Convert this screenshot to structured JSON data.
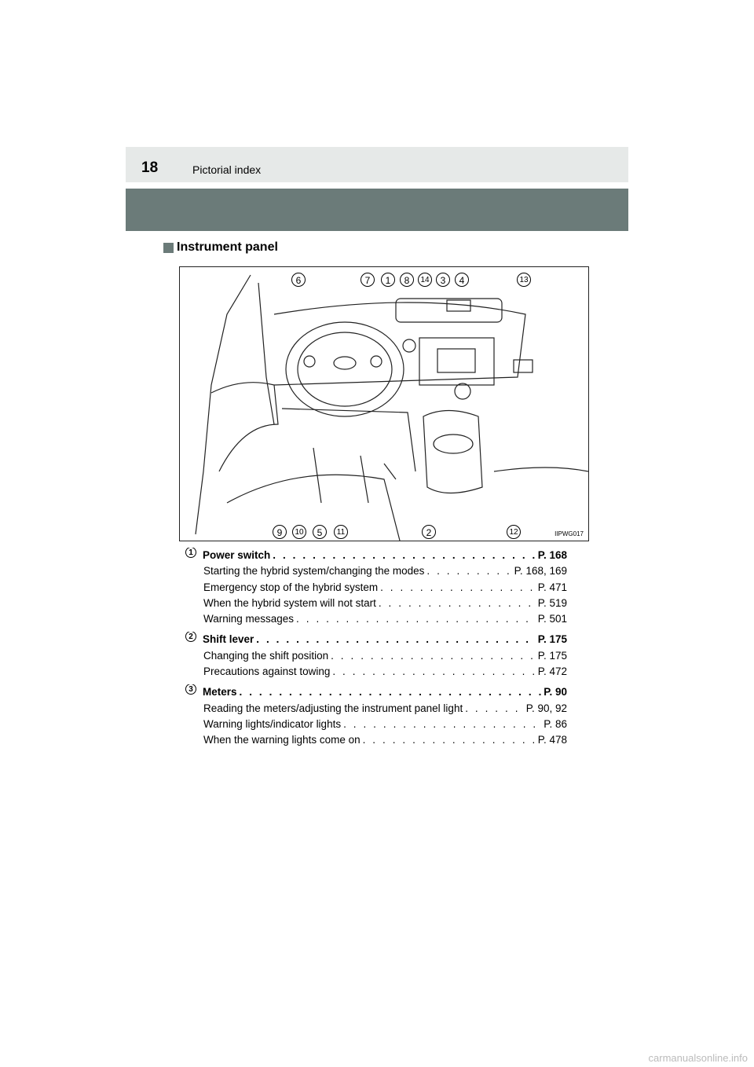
{
  "header": {
    "page_number": "18",
    "title": "Pictorial index"
  },
  "section": {
    "title": "Instrument panel"
  },
  "figure": {
    "id": "IIPWG017",
    "top_callouts": [
      "6",
      "7",
      "1",
      "8",
      "14",
      "3",
      "4",
      "13"
    ],
    "bottom_callouts": [
      "9",
      "10",
      "5",
      "11",
      "2",
      "12"
    ]
  },
  "items": [
    {
      "num": "1",
      "title": "Power switch",
      "page": "P. 168",
      "subs": [
        {
          "text": "Starting the hybrid system/changing the modes",
          "page": "P. 168, 169"
        },
        {
          "text": "Emergency stop of the hybrid system",
          "page": "P. 471"
        },
        {
          "text": "When the hybrid system will not start",
          "page": "P. 519"
        },
        {
          "text": "Warning messages",
          "page": "P. 501"
        }
      ]
    },
    {
      "num": "2",
      "title": "Shift lever",
      "page": "P. 175",
      "subs": [
        {
          "text": "Changing the shift position",
          "page": "P. 175"
        },
        {
          "text": "Precautions against towing",
          "page": "P. 472"
        }
      ]
    },
    {
      "num": "3",
      "title": "Meters",
      "page": "P. 90",
      "subs": [
        {
          "text": "Reading the meters/adjusting the instrument panel light",
          "page": "P. 90, 92"
        },
        {
          "text": "Warning lights/indicator lights",
          "page": "P. 86"
        },
        {
          "text": "When the warning lights come on",
          "page": "P. 478"
        }
      ]
    }
  ],
  "watermark": "carmanualsonline.info"
}
